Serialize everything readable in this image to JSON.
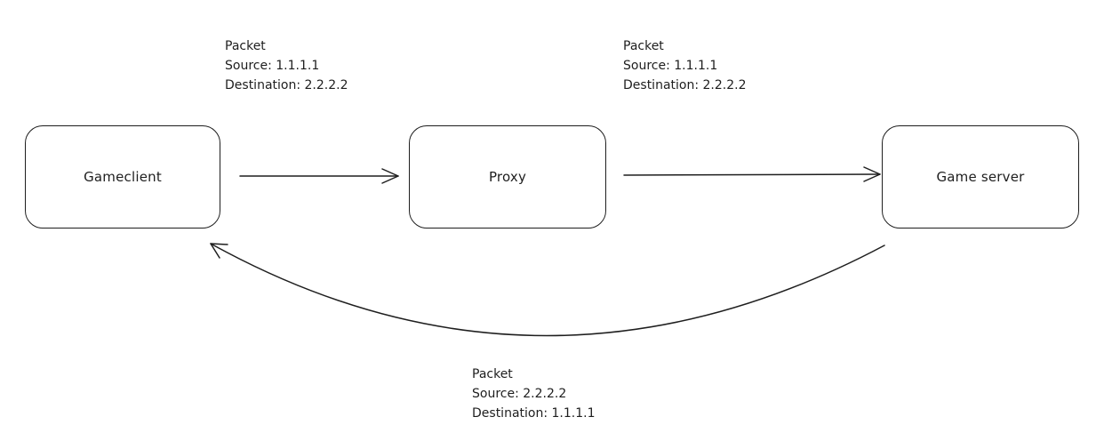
{
  "nodes": {
    "client": "Gameclient",
    "proxy": "Proxy",
    "server": "Game server"
  },
  "packets": {
    "client_to_proxy": {
      "title": "Packet",
      "source": "Source: 1.1.1.1",
      "destination": "Destination: 2.2.2.2"
    },
    "proxy_to_server": {
      "title": "Packet",
      "source": "Source: 1.1.1.1",
      "destination": "Destination: 2.2.2.2"
    },
    "server_to_client": {
      "title": "Packet",
      "source": "Source: 2.2.2.2",
      "destination": "Destination: 1.1.1.1"
    }
  },
  "colors": {
    "stroke": "#1e1e1e",
    "background": "#ffffff"
  }
}
